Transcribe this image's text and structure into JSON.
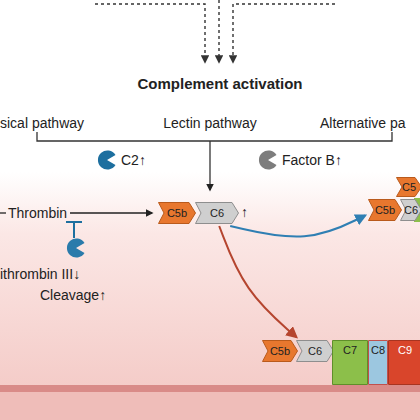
{
  "diagram": {
    "nodes": [
      {
        "text": [
          "C5b"
        ]
      },
      {
        "text": [
          "C6"
        ]
      },
      {
        "text": [
          "C5"
        ]
      },
      {
        "text": [
          "C5b"
        ]
      },
      {
        "text": [
          "C6"
        ]
      },
      {
        "text": [
          "C5b"
        ]
      },
      {
        "text": [
          "C6"
        ]
      },
      {
        "text": [
          "C7"
        ]
      },
      {
        "text": [
          "C8"
        ]
      },
      {
        "text": [
          "C9"
        ]
      }
    ],
    "edges": [
      {
        "from": 1,
        "to": 3,
        "arrow": "to"
      },
      {
        "from": 1,
        "to": 5,
        "arrow": "to"
      }
    ],
    "labels": [
      "Complement activation",
      "sical pathway",
      "Lectin pathway",
      "Alternative pa",
      "C2↑",
      "Factor B↑",
      "Thrombin",
      "ithrombin III↓",
      "Cleavage↑",
      "↑"
    ]
  }
}
